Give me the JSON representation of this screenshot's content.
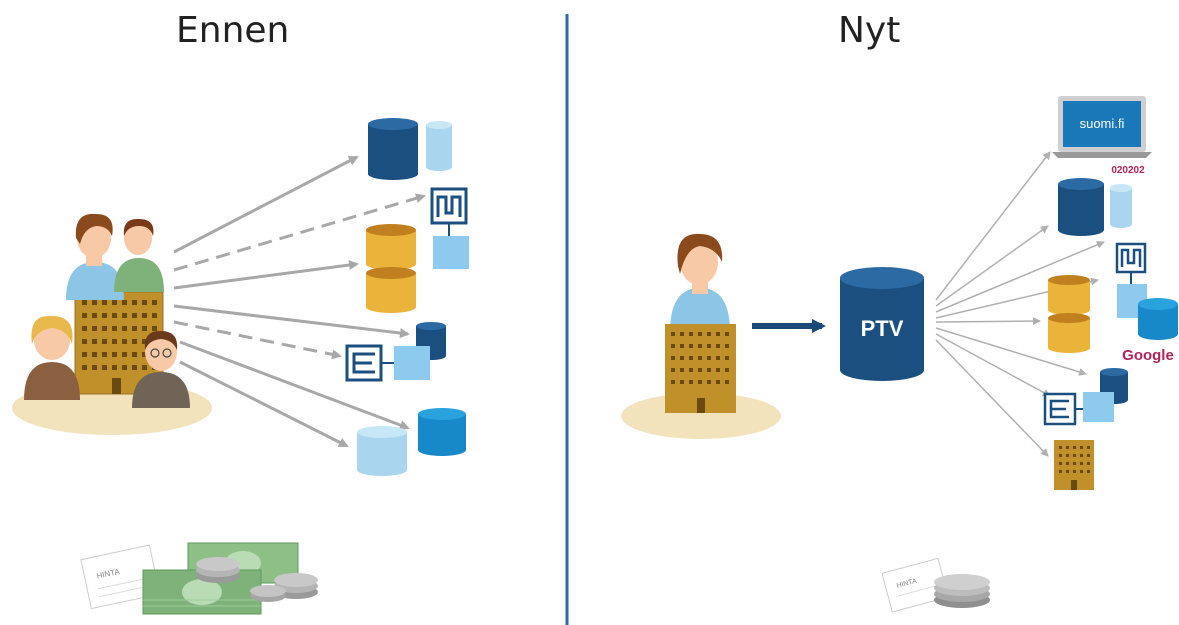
{
  "panels": {
    "before": {
      "title": "Ennen"
    },
    "now": {
      "title": "Nyt"
    }
  },
  "labels": {
    "ptv": "PTV",
    "suomi_fi": "suomi.fi",
    "phone_number": "020202",
    "google": "Google",
    "price_tag": "HINTA"
  },
  "colors": {
    "divider": "#2b6aa6",
    "db_dark": "#1b4f80",
    "db_light": "#a9d6ee",
    "db_mid": "#1789c8",
    "db_gold": "#eab43a",
    "building": "#c0902a",
    "arrow_gray": "#a8a8a8",
    "arrow_navy": "#1b4a78",
    "google": "#b0245a",
    "money_green": "#7fb27b"
  },
  "icons": [
    "people-icon",
    "person-icon",
    "building-icon",
    "database-icon",
    "service-box-icon",
    "laptop-icon",
    "money-icon",
    "coin-stack-icon",
    "price-tag-icon"
  ]
}
